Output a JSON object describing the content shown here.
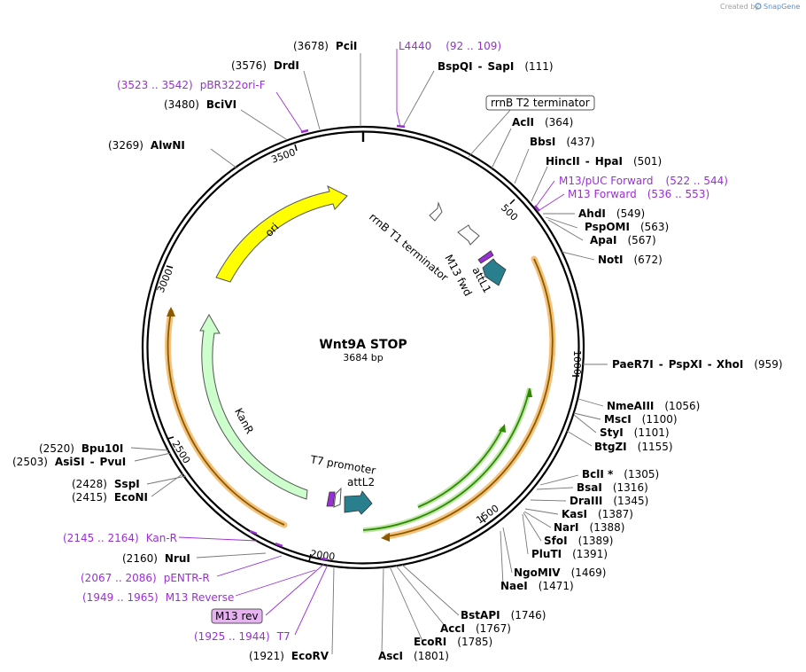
{
  "credit": {
    "text": "Created by",
    "brand": "SnapGene"
  },
  "plasmid": {
    "name": "Wnt9A STOP",
    "size": "3684 bp"
  },
  "ring_ticks": [
    {
      "label": "500"
    },
    {
      "label": "1000"
    },
    {
      "label": "1500"
    },
    {
      "label": "2000"
    },
    {
      "label": "2500"
    },
    {
      "label": "3000"
    },
    {
      "label": "3500"
    }
  ],
  "sites": [
    {
      "name": "PciI",
      "pos": "(3678)"
    },
    {
      "name": "BspQI",
      "sep": "-",
      "name2": "SapI",
      "pos": "(111)"
    },
    {
      "name": "DrdI",
      "pos": "(3576)"
    },
    {
      "name": "BciVI",
      "pos": "(3480)"
    },
    {
      "name": "AlwNI",
      "pos": "(3269)"
    },
    {
      "name": "AclI",
      "pos": "(364)"
    },
    {
      "name": "BbsI",
      "pos": "(437)"
    },
    {
      "name": "HincII",
      "sep": "-",
      "name2": "HpaI",
      "pos": "(501)"
    },
    {
      "name": "AhdI",
      "pos": "(549)"
    },
    {
      "name": "PspOMI",
      "pos": "(563)"
    },
    {
      "name": "ApaI",
      "pos": "(567)"
    },
    {
      "name": "NotI",
      "pos": "(672)"
    },
    {
      "name": "PaeR7I",
      "sep": "-",
      "name2": "PspXI",
      "sep2": "-",
      "name3": "XhoI",
      "pos": "(959)"
    },
    {
      "name": "NmeAIII",
      "pos": "(1056)"
    },
    {
      "name": "MscI",
      "pos": "(1100)"
    },
    {
      "name": "StyI",
      "pos": "(1101)"
    },
    {
      "name": "BtgZI",
      "pos": "(1155)"
    },
    {
      "name": "BclI *",
      "pos": "(1305)"
    },
    {
      "name": "BsaI",
      "pos": "(1316)"
    },
    {
      "name": "DraIII",
      "pos": "(1345)"
    },
    {
      "name": "KasI",
      "pos": "(1387)"
    },
    {
      "name": "NarI",
      "pos": "(1388)"
    },
    {
      "name": "SfoI",
      "pos": "(1389)"
    },
    {
      "name": "PluTI",
      "pos": "(1391)"
    },
    {
      "name": "NgoMIV",
      "pos": "(1469)"
    },
    {
      "name": "NaeI",
      "pos": "(1471)"
    },
    {
      "name": "BstAPI",
      "pos": "(1746)"
    },
    {
      "name": "AccI",
      "pos": "(1767)"
    },
    {
      "name": "EcoRI",
      "pos": "(1785)"
    },
    {
      "name": "AscI",
      "pos": "(1801)"
    },
    {
      "name": "EcoRV",
      "pos": "(1921)"
    },
    {
      "name": "NruI",
      "pos": "(2160)"
    },
    {
      "name": "EcoNI",
      "pos": "(2415)"
    },
    {
      "name": "SspI",
      "pos": "(2428)"
    },
    {
      "name": "AsiSI",
      "sep": "-",
      "name2": "PvuI",
      "pos": "(2503)"
    },
    {
      "name": "Bpu10I",
      "pos": "(2520)"
    }
  ],
  "primers": [
    {
      "name": "L4440",
      "range": "(92 .. 109)"
    },
    {
      "name": "pBR322ori-F",
      "range": "(3523 .. 3542)"
    },
    {
      "name": "M13/pUC Forward",
      "range": "(522 .. 544)"
    },
    {
      "name": "M13 Forward",
      "range": "(536 .. 553)"
    },
    {
      "name": "Kan-R",
      "range": "(2145 .. 2164)"
    },
    {
      "name": "pENTR-R",
      "range": "(2067 .. 2086)"
    },
    {
      "name": "M13 Reverse",
      "range": "(1949 .. 1965)"
    },
    {
      "name": "T7",
      "range": "(1925 .. 1944)"
    }
  ],
  "boxed_labels": [
    {
      "name": "rrnB T2 terminator"
    },
    {
      "name": "M13 rev"
    }
  ],
  "features": [
    {
      "name": "ori",
      "color": "#ffff00"
    },
    {
      "name": "KanR",
      "color": "#ccffcc"
    },
    {
      "name": "rrnB T1 terminator",
      "color": "#ffffff"
    },
    {
      "name": "M13 fwd",
      "color": "#9b2fd6"
    },
    {
      "name": "attL1",
      "color": "#2a7f8f"
    },
    {
      "name": "T7 promoter",
      "color": "#ffffff"
    },
    {
      "name": "attL2",
      "color": "#2a7f8f"
    }
  ],
  "colors": {
    "backbone": "#000000",
    "primer": "#9b2fd6",
    "orf_highlight": "#f4c27a",
    "orf_line": "#c06a00",
    "green_orf_line": "#2e8a00"
  }
}
